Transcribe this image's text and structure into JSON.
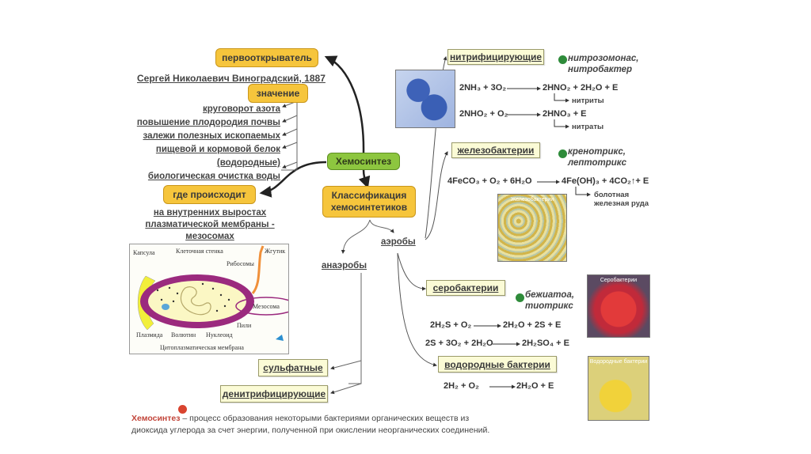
{
  "center": {
    "main_node": "Хемосинтез",
    "classification": "Классификация хемосинтетиков"
  },
  "left": {
    "discoverer_label": "первооткрыватель",
    "discoverer_name": "Сергей Николаевич Виноградский, 1887",
    "significance_label": "значение",
    "significance_items": [
      "круговорот азота",
      "повышение плодородия почвы",
      "залежи полезных ископаемых",
      "пищевой и кормовой белок",
      "(водородные)",
      "биологическая очистка воды"
    ],
    "location_label": "где происходит",
    "location_text": [
      "на внутренних выростах",
      "плазматической мембраны -",
      "мезосомах"
    ]
  },
  "cell_diagram": {
    "labels": {
      "capsule": "Капсула",
      "cell_wall": "Клеточная стенка",
      "ribosomes": "Рибосомы",
      "flagellum": "Жгутик",
      "mesosome": "Мезосома",
      "pili": "Пили",
      "plasmid": "Плазмида",
      "volutin": "Волютин",
      "nucleoid": "Нуклеоид",
      "membrane": "Цитоплазматическая мембрана"
    },
    "colors": {
      "wall": "#9b2a7e",
      "capsule": "#f2ef3a",
      "cytoplasm": "#fbf7c4",
      "flagellum": "#f0903a"
    }
  },
  "anaerobes": {
    "label": "анаэробы",
    "items": [
      "сульфатные",
      "денитрифицирующие"
    ]
  },
  "aerobes": {
    "label": "аэробы",
    "groups": [
      {
        "name": "нитрифицирующие",
        "examples": [
          "нитрозомонас,",
          "нитробактер"
        ],
        "equations": [
          {
            "left": "2NH₃ + 3O₂",
            "right": "2HNO₂ + 2H₂O + E",
            "note": "нитриты"
          },
          {
            "left": "2NHO₂ + O₂",
            "right": "2HNO₃ + E",
            "note": "нитраты"
          }
        ]
      },
      {
        "name": "железобактерии",
        "examples": [
          "кренотрикс,",
          "лептотрикс"
        ],
        "equations": [
          {
            "left": "4FeCO₃ + O₂ + 6H₂O",
            "right": "4Fe(OH)₃ + 4CO₂↑+ E",
            "note": [
              "болотная",
              "железная руда"
            ]
          }
        ],
        "photo_label": "Железобактерии"
      },
      {
        "name": "серобактерии",
        "examples": [
          "бежиатоа,",
          "тиотрикс"
        ],
        "equations": [
          {
            "left": "2H₂S + O₂",
            "right": "2H₂O + 2S + E"
          },
          {
            "left": "2S + 3O₂ + 2H₂O",
            "right": "2H₂SO₄ + E"
          }
        ],
        "photo_label": "Серобактерии"
      },
      {
        "name": "водородные бактерии",
        "equations": [
          {
            "left": "2H₂ + O₂",
            "right": "2H₂O + E"
          }
        ],
        "photo_label": "Водородные бактерии"
      }
    ]
  },
  "definition": {
    "term": "Хемосинтез",
    "text_line1": " – процесс образования некоторыми бактериями органических веществ из",
    "text_line2": "диоксида углерода за счет энергии, полученной при окислении неорганических соединений."
  },
  "colors": {
    "yellow_box": "#f6c53c",
    "green_box": "#8dc63f",
    "pale_box": "#fbfbd6",
    "green_dot": "#2e8b3a",
    "red_dot": "#d9442f",
    "term_color": "#c2453a"
  }
}
